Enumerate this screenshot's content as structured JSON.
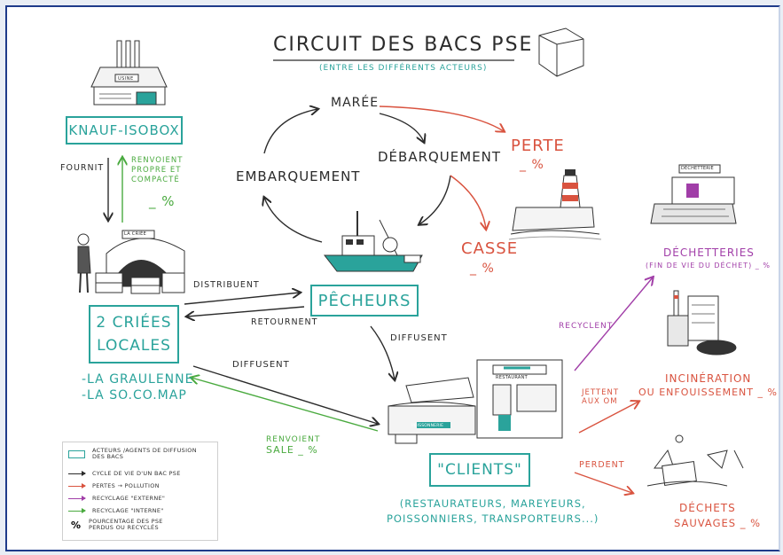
{
  "title": "CIRCUIT DES BACS PSE",
  "subtitle": "(ENTRE LES DIFFÉRENTS ACTEURS)",
  "nodes": {
    "knauf": "KNAUF-ISOBOX",
    "criees_line1": "2 CRIÉES",
    "criees_line2": "LOCALES",
    "criees_list1": "-LA GRAULENNE",
    "criees_list2": "-LA SO.CO.MAP",
    "pecheurs": "PÊCHEURS",
    "clients": "\"CLIENTS\"",
    "clients_detail1": "(RESTAURATEURS, MAREYEURS,",
    "clients_detail2": "POISSONNIERS, TRANSPORTEURS...)"
  },
  "labels": {
    "fournit": "FOURNIT",
    "renvoient1": "RENVOIENT",
    "renvoient2": "PROPRE ET",
    "renvoient3": "COMPACTÉ",
    "renvoient_pct": "_ %",
    "maree": "MARÉE",
    "debarquement": "DÉBARQUEMENT",
    "embarquement": "EMBARQUEMENT",
    "distribuent": "DISTRIBUENT",
    "retournent": "RETOURNENT",
    "diffusent_pecheurs": "DIFFUSENT",
    "diffusent_criees": "DIFFUSENT",
    "renvoient_sale1": "RENVOIENT",
    "renvoient_sale2": "SALE _ %",
    "recyclent": "RECYCLENT",
    "jettent1": "JETTENT",
    "jettent2": "AUX OM",
    "perdent": "PERDENT"
  },
  "outcomes": {
    "perte": "PERTE",
    "perte_pct": "_ %",
    "casse": "CASSE",
    "casse_pct": "_ %",
    "decheteries": "DÉCHETTERIES",
    "decheteries_sub": "(FIN DE VIE DU DÉCHET) _ %",
    "incineration1": "INCINÉRATION",
    "incineration2": "OU ENFOUISSEMENT _ %",
    "dechets1": "DÉCHETS",
    "dechets2": "SAUVAGES _ %"
  },
  "illustrations": {
    "usine_sign": "USINE",
    "criee_sign": "LA CRIÉE",
    "restaurant_sign": "RESTAURANT",
    "poissonnerie_sign": "POISSONNERIE",
    "decheterie_sign": "DÉCHETTERIE"
  },
  "legend": {
    "actors": "ACTEURS /AGENTS DE DIFFUSION DES BACS",
    "cycle": "CYCLE DE VIE D'UN BAC PSE",
    "pertes": "PERTES → POLLUTION",
    "recyclage_ext": "RECYCLAGE \"EXTERNE\"",
    "recyclage_int": "RECYCLAGE \"INTERNE\"",
    "pct_symbol": "%",
    "pct_text": "POURCENTAGE DES PSE PERDUS OU RECYCLÉS"
  },
  "colors": {
    "teal": "#2aa39b",
    "black": "#2b2b2b",
    "red": "#d9533f",
    "purple": "#a13ea8",
    "green": "#4aaa3f",
    "border": "#1f3b8a"
  }
}
